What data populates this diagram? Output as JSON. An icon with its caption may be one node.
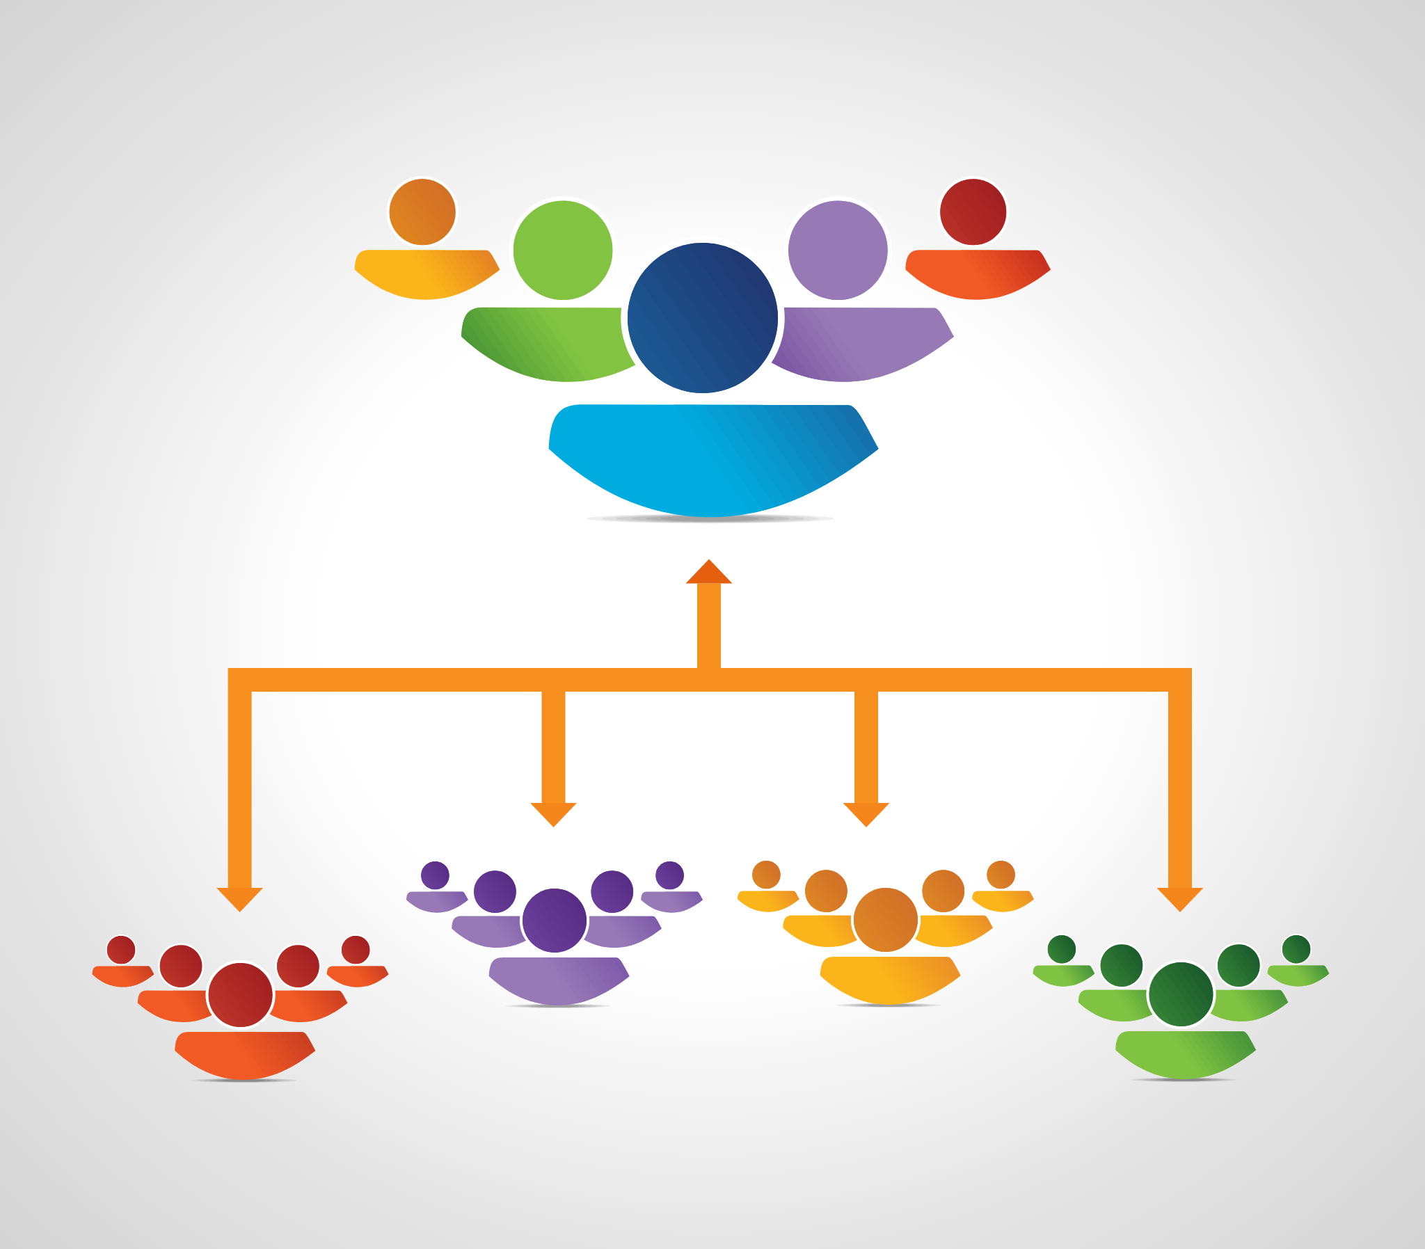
{
  "diagram": {
    "nodes": [
      {
        "text": [],
        "shape": "person"
      },
      {
        "text": [],
        "shape": "person"
      },
      {
        "text": [],
        "shape": "person"
      },
      {
        "text": [],
        "shape": "person"
      },
      {
        "text": [],
        "shape": "person"
      }
    ],
    "edges": [
      {
        "from": 0,
        "to": 1,
        "arrow": "both"
      },
      {
        "from": 0,
        "to": 2,
        "arrow": "both"
      },
      {
        "from": 0,
        "to": 3,
        "arrow": "both"
      },
      {
        "from": 0,
        "to": 4,
        "arrow": "both"
      }
    ]
  }
}
